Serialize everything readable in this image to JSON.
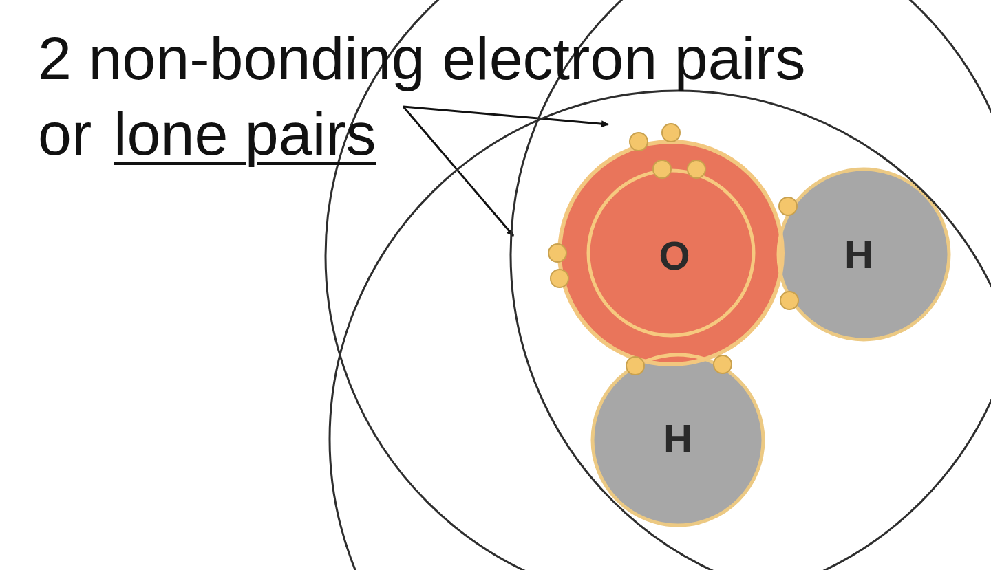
{
  "diagram": {
    "nodes": [
      {
        "text": [
          "O"
        ]
      },
      {
        "text": [
          "H"
        ]
      },
      {
        "text": [
          "H"
        ]
      }
    ],
    "labels": [
      "2 non-bonding electron pairs",
      "or",
      "lone pairs"
    ]
  }
}
